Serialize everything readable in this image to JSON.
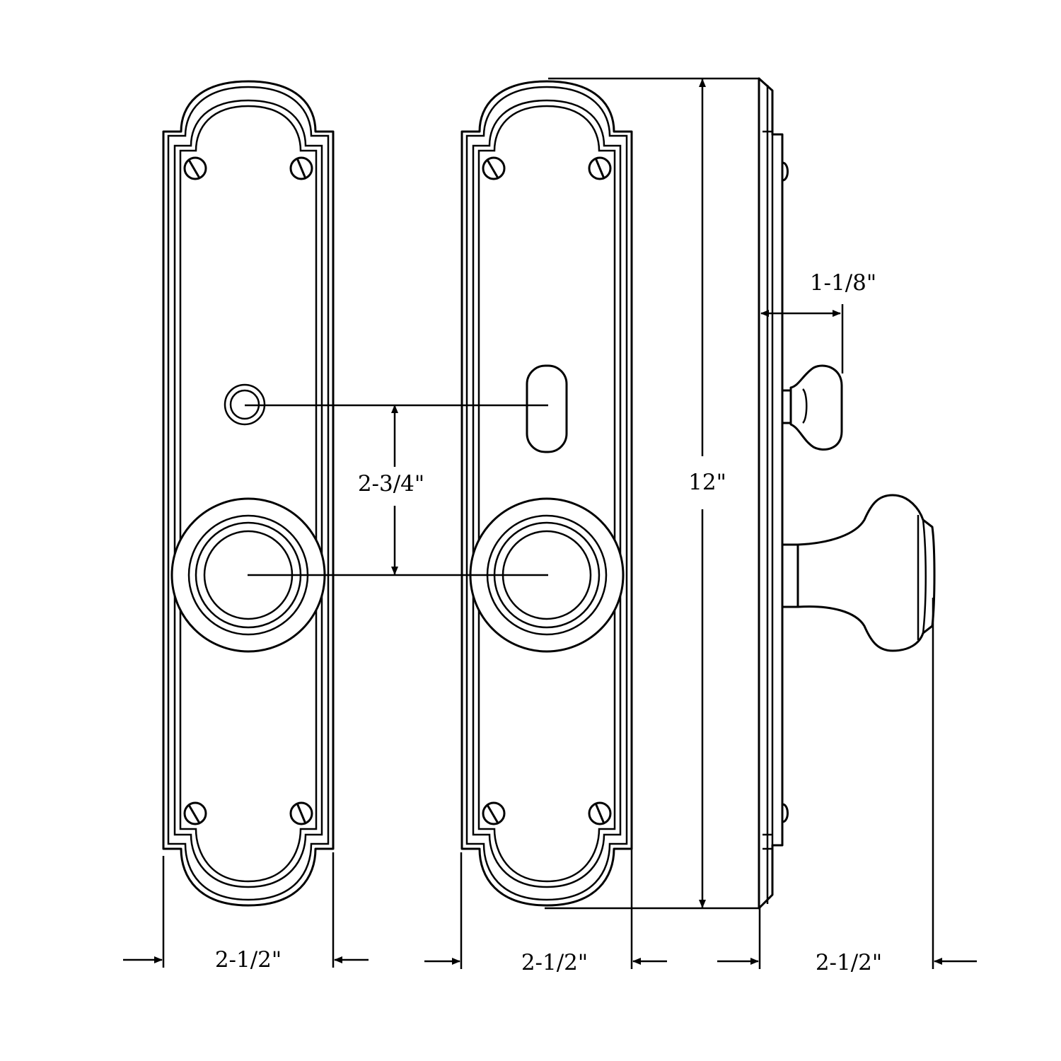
{
  "diagram": {
    "dimensions": {
      "width_front_backplate": "2-1/2\"",
      "width_front_keyed_plate": "2-1/2\"",
      "width_side_projection": "2-1/2\"",
      "center_to_center": "2-3/4\"",
      "overall_height": "12\"",
      "thumbturn_projection": "1-1/8\""
    },
    "colors": {
      "line": "#000000",
      "background": "#ffffff"
    }
  }
}
